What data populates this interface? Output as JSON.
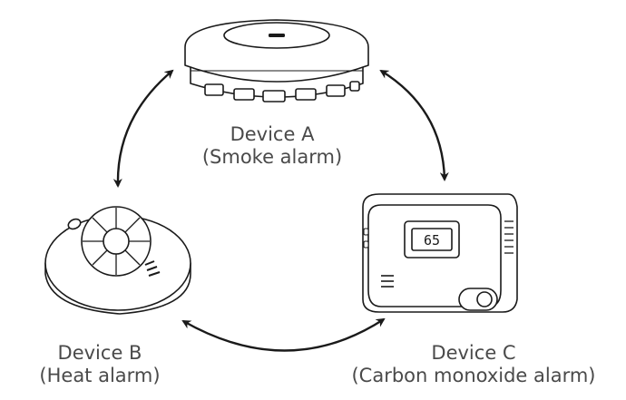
{
  "devices": {
    "a": {
      "name": "Device A",
      "type": "(Smoke alarm)",
      "icon": "smoke-alarm-icon"
    },
    "b": {
      "name": "Device B",
      "type": "(Heat alarm)",
      "icon": "heat-alarm-icon"
    },
    "c": {
      "name": "Device C",
      "type": "(Carbon monoxide alarm)",
      "icon": "co-alarm-icon",
      "display_value": "65"
    }
  },
  "connections": [
    {
      "from": "Device A",
      "to": "Device B",
      "direction": "bidirectional"
    },
    {
      "from": "Device A",
      "to": "Device C",
      "direction": "bidirectional"
    },
    {
      "from": "Device B",
      "to": "Device C",
      "direction": "bidirectional"
    }
  ],
  "colors": {
    "line": "#1a1a1a",
    "label": "#4a4a4a",
    "device_fill": "#ffffff"
  }
}
